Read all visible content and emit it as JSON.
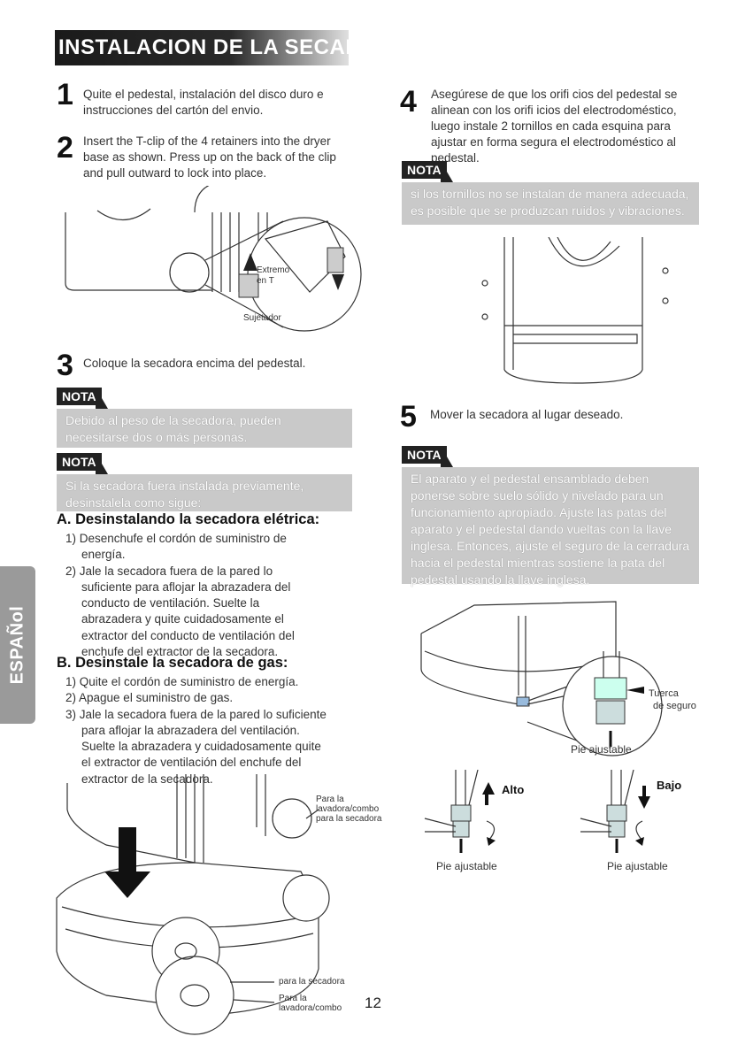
{
  "title": "INSTALACION DE LA SECADORA",
  "side_tab": "ESPAÑol",
  "page_number": "12",
  "steps": {
    "s1": {
      "num": "1",
      "text": "Quite el pedestal, instalación del disco duro e instrucciones del cartón del envio."
    },
    "s2": {
      "num": "2",
      "text": "Insert the T-clip of the 4 retainers into the dryer base as shown. Press up on the back of the clip and pull outward to lock into place."
    },
    "s3": {
      "num": "3",
      "text": "Coloque la secadora encima del pedestal."
    },
    "s4": {
      "num": "4",
      "text": "Asegúrese de que los orifi cios del pedestal se alinean con los orifi icios del electrodoméstico, luego instale 2 tornillos en cada esquina para ajustar en forma segura el electrodoméstico al pedestal."
    },
    "s5": {
      "num": "5",
      "text": "Mover la secadora al lugar deseado."
    }
  },
  "nota_label": "NOTA",
  "notes": {
    "n1": "Debido al peso de la secadora, pueden necesitarse dos o más personas.",
    "n2": "Si la secadora fuera instalada previamente, desinstalela como sigue:",
    "n3": "si los tornillos no se instalan de manera adecuada, es posible que se produzcan ruidos y vibraciones.",
    "n4": "El aparato y el pedestal ensamblado deben ponerse sobre suelo sólido y nivelado para un funcionamiento apropiado. Ajuste las patas del aparato y el pedestal dando vueltas con la llave inglesa. Entonces, ajuste el seguro de la cerradura hacia el pedestal mientras sostiene la pata del pedestal usando la llave inglesa."
  },
  "section_a": {
    "heading": "A. Desinstalando la secadora elétrica:",
    "items": [
      "1) Desenchufe el cordón de suministro de energía.",
      "2) Jale la secadora fuera de la pared lo suficiente para aflojar la abrazadera del conducto de ventilación. Suelte la abrazadera y quite cuidadosamente el extractor del conducto de ventilación del enchufe del extractor de la secadora."
    ]
  },
  "section_b": {
    "heading": "B. Desinstale la secadora de gas:",
    "items": [
      "1) Quite el cordón de suministro de energía.",
      "2) Apague el suministro de gas.",
      "3) Jale la secadora fuera de la pared lo suficiente para aflojar la abrazadera del ventilación. Suelte la abrazadera y cuidadosamente quite el extractor de ventilación del enchufe del extractor de la secadora."
    ]
  },
  "figure_labels": {
    "extremo": "Extremo",
    "en_t": "en T",
    "sujetador": "Sujetador",
    "para_la_1": "Para la",
    "lavadora_combo_1": "lavadora/combo",
    "para_la_secadora_1": "para la secadora",
    "para_la_secadora_2": "para la secadora",
    "para_la_2": "Para la",
    "lavadora_combo_2": "lavadora/combo",
    "tuerca": "Tuerca",
    "de_seguro": "de seguro",
    "pie_ajustable_1": "Pie ajustable",
    "alto": "Alto",
    "bajo": "Bajo",
    "pie_ajustable_2": "Pie ajustable",
    "pie_ajustable_3": "Pie ajustable"
  }
}
